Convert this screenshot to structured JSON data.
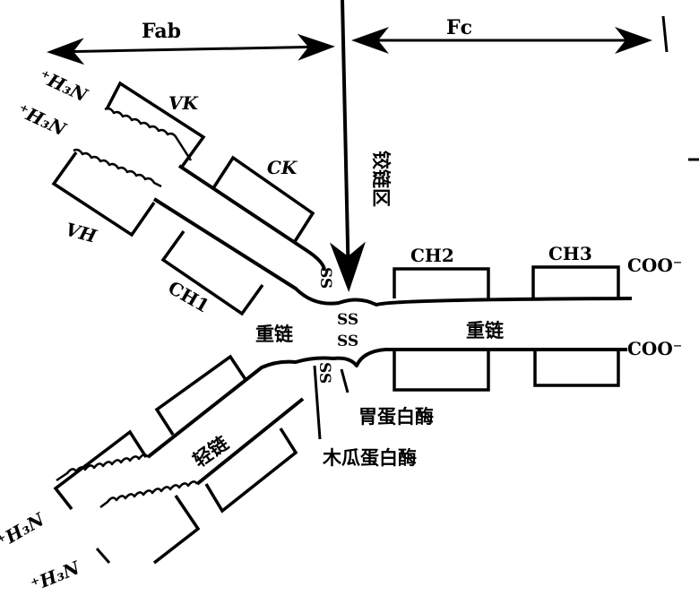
{
  "title_region": {
    "fab": "Fab",
    "fc": "Fc",
    "hinge": "铰链区"
  },
  "domains": {
    "vk": "VK",
    "ck": "CK",
    "vh": "VH",
    "ch1": "CH1",
    "ch2": "CH2",
    "ch3": "CH3"
  },
  "termini": {
    "n_term": "⁺H₃N",
    "c_term": "COO⁻"
  },
  "chains": {
    "heavy_upper": "重链",
    "heavy_right": "重链",
    "light": "轻链"
  },
  "bonds": {
    "ss": "SS"
  },
  "enzymes": {
    "pepsin": "胃蛋白酶",
    "papain": "木瓜蛋白酶"
  }
}
